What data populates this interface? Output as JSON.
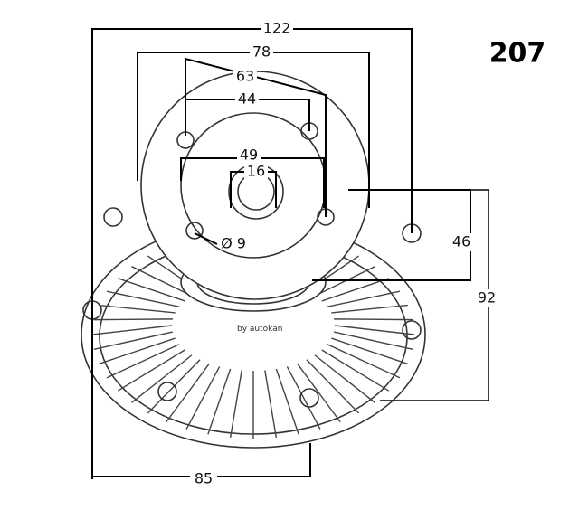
{
  "part_number": "207",
  "watermark": "by autokan",
  "dimensions": {
    "overall_width": "122",
    "flange_width": "78",
    "bolt_circle": "63",
    "bolt_spacing": "44",
    "pilot_diameter": "49",
    "bore": "16",
    "hole_diameter": "Ø 9",
    "flange_height": "46",
    "overall_height": "92",
    "base_offset": "85"
  }
}
